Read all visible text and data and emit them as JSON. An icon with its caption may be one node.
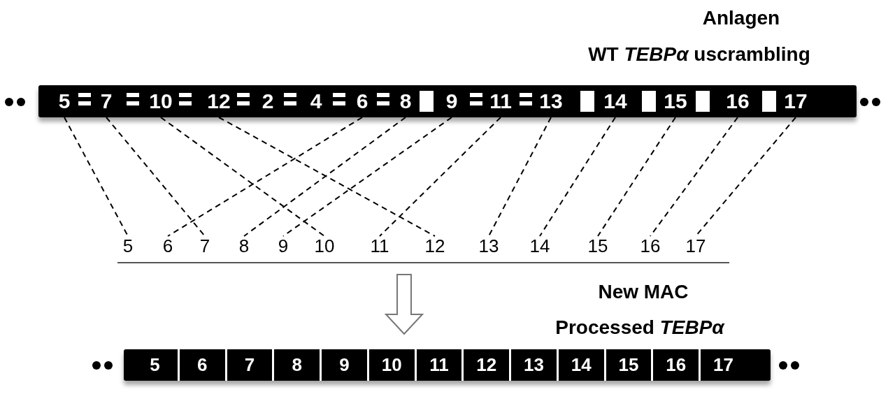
{
  "diagram": {
    "nodes": [
      {
        "text": [],
        "shape": "bar"
      },
      {
        "text": [
          "5"
        ],
        "in": 0
      },
      {
        "text": [
          "7"
        ],
        "in": 0
      },
      {
        "text": [
          "10"
        ],
        "in": 0
      },
      {
        "text": [
          "12"
        ],
        "in": 0
      },
      {
        "text": [
          "2"
        ],
        "in": 0
      },
      {
        "text": [
          "4"
        ],
        "in": 0
      },
      {
        "text": [
          "6"
        ],
        "in": 0
      },
      {
        "text": [
          "8"
        ],
        "in": 0
      },
      {
        "text": [
          "9"
        ],
        "in": 0
      },
      {
        "text": [
          "11"
        ],
        "in": 0
      },
      {
        "text": [
          "13"
        ],
        "in": 0
      },
      {
        "text": [
          "14"
        ],
        "in": 0
      },
      {
        "text": [
          "15"
        ],
        "in": 0
      },
      {
        "text": [
          "16"
        ],
        "in": 0
      },
      {
        "text": [
          "17"
        ],
        "in": 0
      },
      {
        "text": [
          "5"
        ]
      },
      {
        "text": [
          "6"
        ]
      },
      {
        "text": [
          "7"
        ]
      },
      {
        "text": [
          "8"
        ]
      },
      {
        "text": [
          "9"
        ]
      },
      {
        "text": [
          "10"
        ]
      },
      {
        "text": [
          "11"
        ]
      },
      {
        "text": [
          "12"
        ]
      },
      {
        "text": [
          "13"
        ]
      },
      {
        "text": [
          "14"
        ]
      },
      {
        "text": [
          "15"
        ]
      },
      {
        "text": [
          "16"
        ]
      },
      {
        "text": [
          "17"
        ]
      },
      {
        "text": [],
        "shape": "bar"
      },
      {
        "text": [
          "5"
        ],
        "in": 29
      },
      {
        "text": [
          "6"
        ],
        "in": 29
      },
      {
        "text": [
          "7"
        ],
        "in": 29
      },
      {
        "text": [
          "8"
        ],
        "in": 29
      },
      {
        "text": [
          "9"
        ],
        "in": 29
      },
      {
        "text": [
          "10"
        ],
        "in": 29
      },
      {
        "text": [
          "11"
        ],
        "in": 29
      },
      {
        "text": [
          "12"
        ],
        "in": 29
      },
      {
        "text": [
          "13"
        ],
        "in": 29
      },
      {
        "text": [
          "14"
        ],
        "in": 29
      },
      {
        "text": [
          "15"
        ],
        "in": 29
      },
      {
        "text": [
          "16"
        ],
        "in": 29
      },
      {
        "text": [
          "17"
        ],
        "in": 29
      }
    ],
    "edges": [
      {
        "from": 1,
        "to": 16,
        "arrow": "none",
        "style": "dashed"
      },
      {
        "from": 2,
        "to": 18,
        "arrow": "none",
        "style": "dashed"
      },
      {
        "from": 3,
        "to": 21,
        "arrow": "none",
        "style": "dashed"
      },
      {
        "from": 4,
        "to": 23,
        "arrow": "none",
        "style": "dashed"
      },
      {
        "from": 7,
        "to": 17,
        "arrow": "none",
        "style": "dashed"
      },
      {
        "from": 8,
        "to": 19,
        "arrow": "none",
        "style": "dashed"
      },
      {
        "from": 9,
        "to": 20,
        "arrow": "none",
        "style": "dashed"
      },
      {
        "from": 10,
        "to": 22,
        "arrow": "none",
        "style": "dashed"
      },
      {
        "from": 11,
        "to": 24,
        "arrow": "none",
        "style": "dashed"
      },
      {
        "from": 12,
        "to": 25,
        "arrow": "none",
        "style": "dashed"
      },
      {
        "from": 13,
        "to": 26,
        "arrow": "none",
        "style": "dashed"
      },
      {
        "from": 14,
        "to": 27,
        "arrow": "none",
        "style": "dashed"
      },
      {
        "from": 15,
        "to": 28,
        "arrow": "none",
        "style": "dashed"
      }
    ],
    "labels": [
      "Anlagen",
      "WT *TEBPα* uscrambling",
      "New MAC",
      "Processed *TEBPα*"
    ]
  }
}
